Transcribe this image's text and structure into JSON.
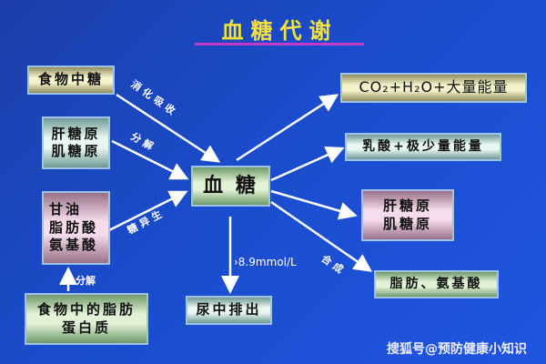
{
  "title": "血糖代谢",
  "center": "血 糖",
  "sources": {
    "food_sugar": "食物中糖",
    "glycogen": [
      "肝糖原",
      "肌糖原"
    ],
    "noncarb": [
      "甘油",
      "脂肪酸",
      "氨基酸"
    ],
    "food_fat": [
      "食物中的脂肪",
      "蛋白质"
    ]
  },
  "outputs": {
    "co2": "CO₂+H₂O+大量能量",
    "lactate": "乳酸+极少量能量",
    "glycogen": [
      "肝糖原",
      "肌糖原"
    ],
    "fat": "脂肪、氨基酸",
    "urine": "尿中排出"
  },
  "arrow_labels": {
    "digest": "消化吸收",
    "decompose": "分解",
    "gluconeo": "糖异生",
    "decompose2": "分解",
    "synth": "合成",
    "threshold": "›8.9mmol/L"
  },
  "watermark": "搜狐号@预防健康小知识"
}
